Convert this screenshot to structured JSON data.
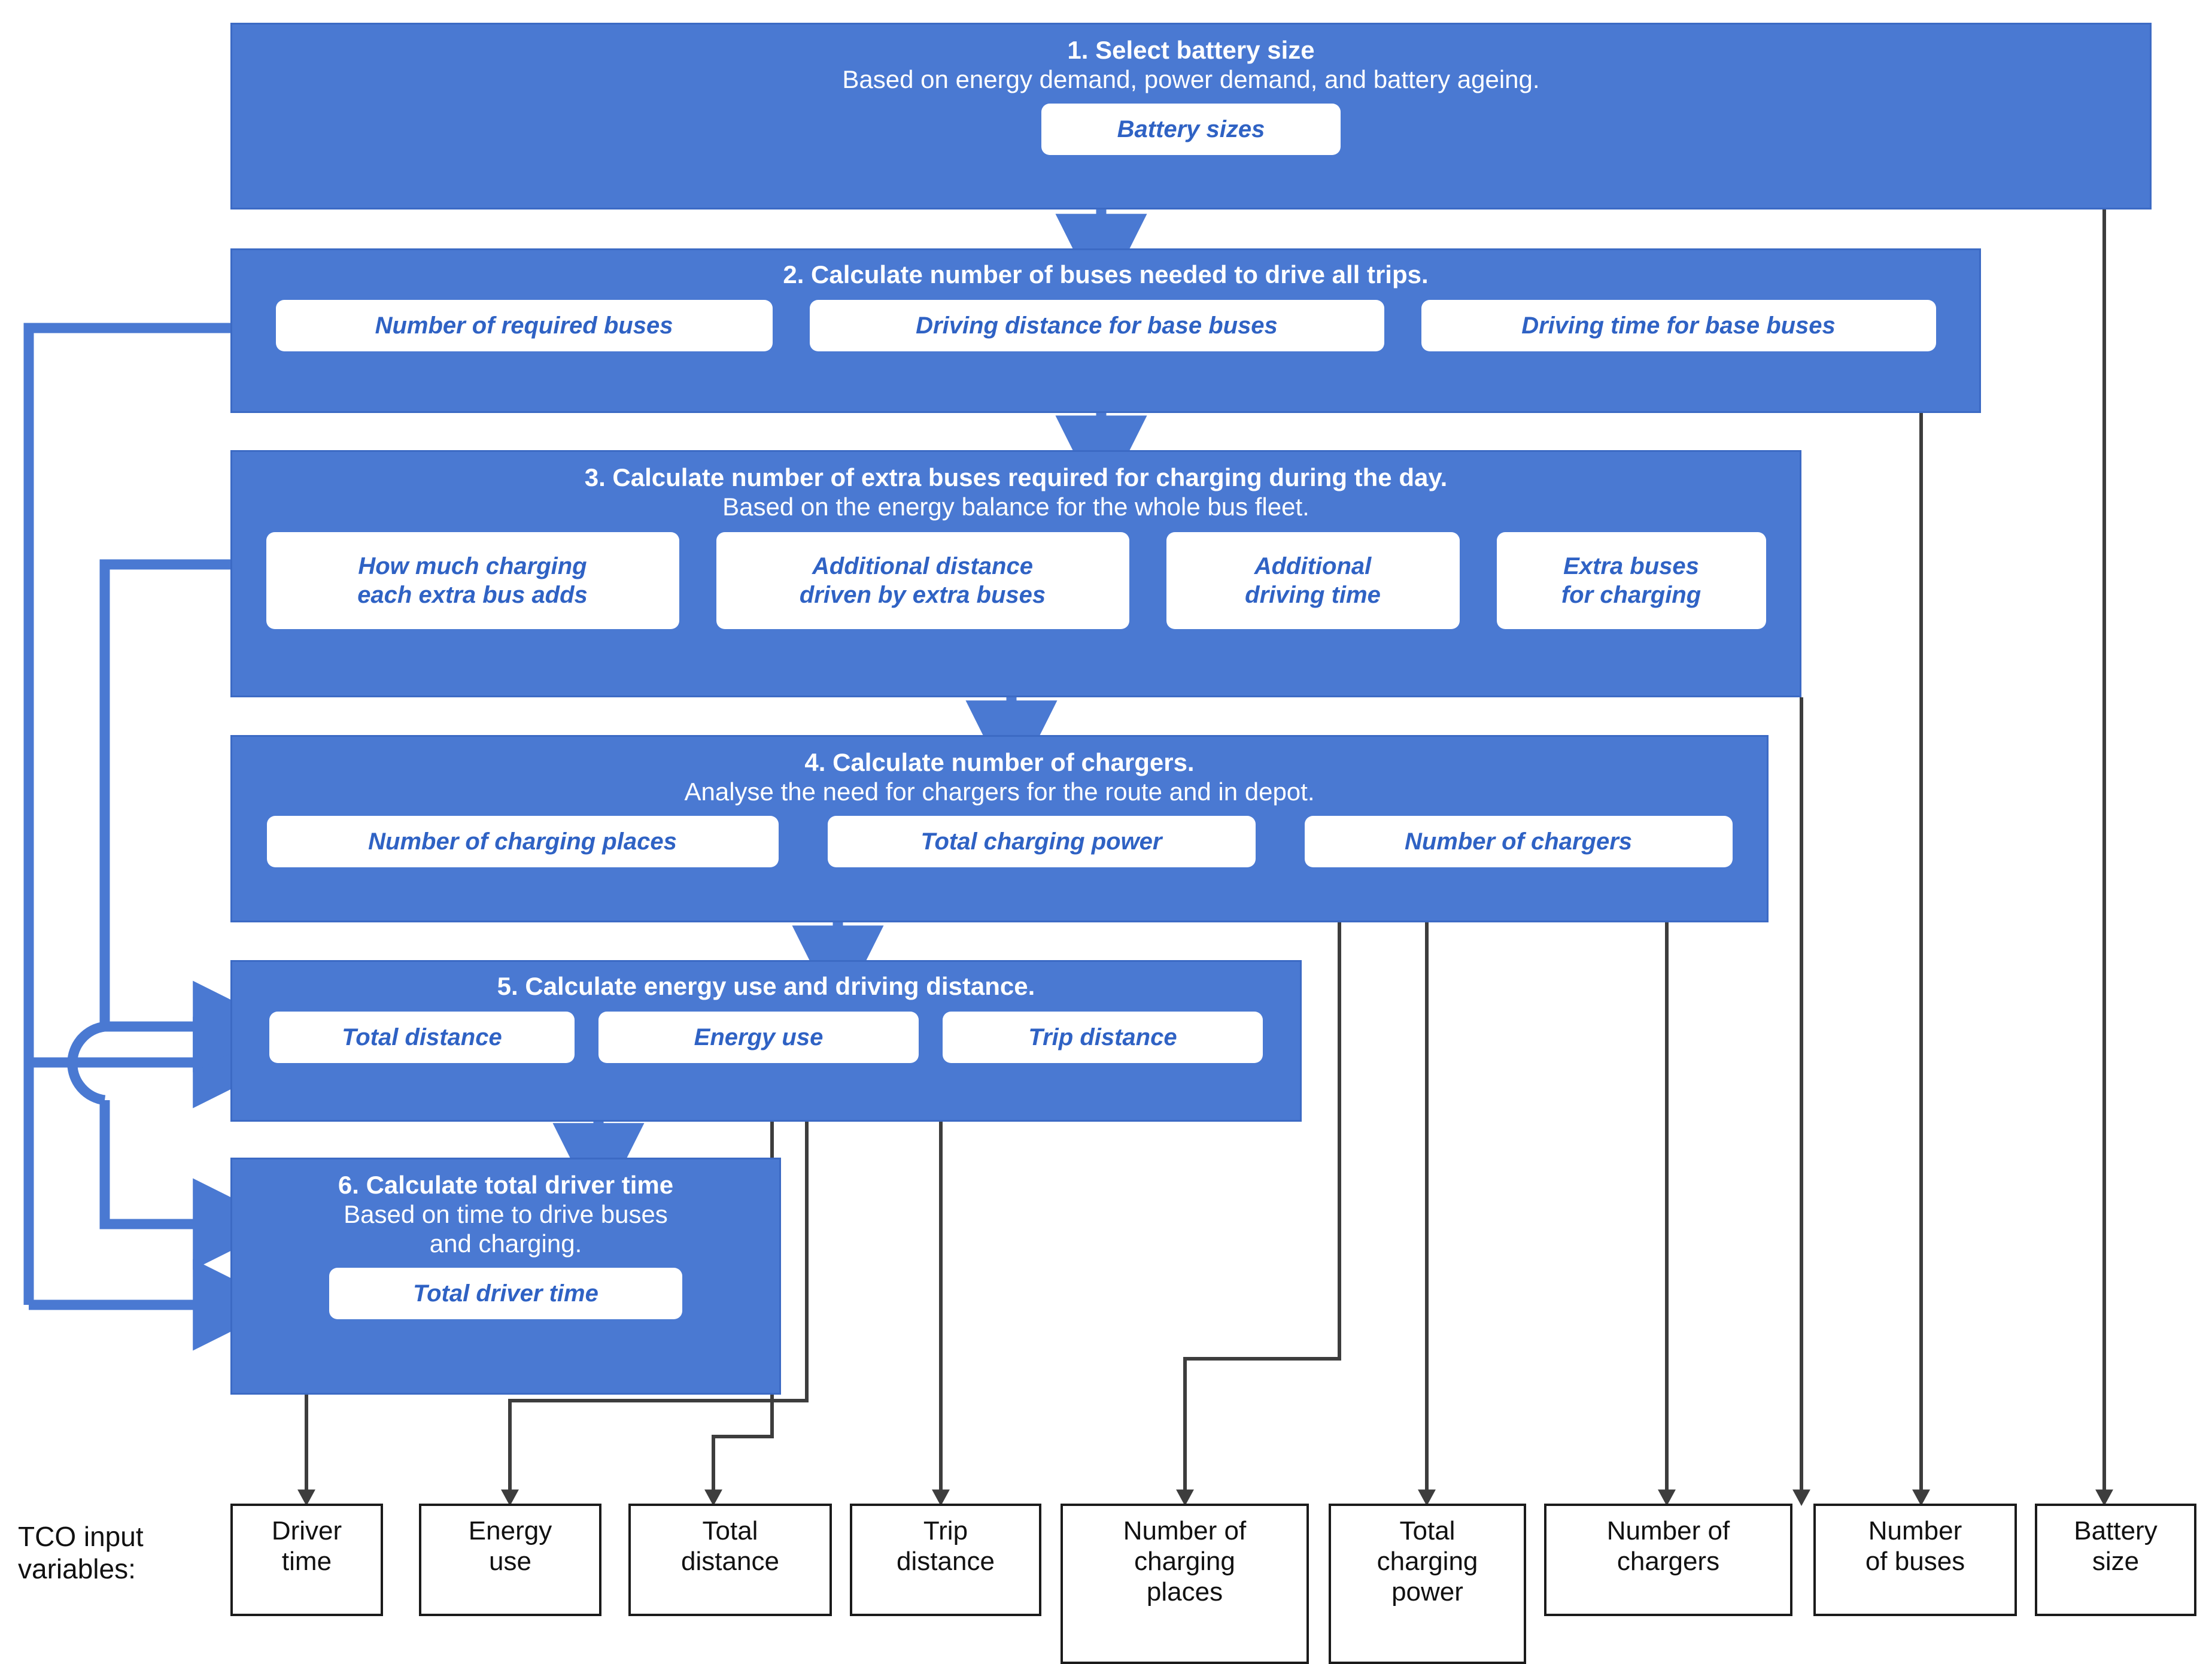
{
  "colors": {
    "step_fill": "#4a79d2",
    "step_border": "#3c6ac4",
    "chip_fill": "#ffffff",
    "chip_text": "#2f62c4",
    "blue_connector": "#4a79d2",
    "thin_connector": "#555555",
    "tco_border": "#1b1b1b"
  },
  "steps": [
    {
      "id": "step1",
      "title": "1. Select battery size",
      "subtitle": "Based on energy demand, power demand, and battery ageing.",
      "chips": [
        "Battery sizes"
      ]
    },
    {
      "id": "step2",
      "title": "2. Calculate number of buses needed to drive all trips.",
      "subtitle": "",
      "chips": [
        "Number of required buses",
        "Driving distance for base buses",
        "Driving time for base buses"
      ]
    },
    {
      "id": "step3",
      "title": "3. Calculate number of extra buses required for charging during the day.",
      "subtitle": "Based on the energy balance for the whole bus fleet.",
      "chips": [
        "How much charging\neach extra bus adds",
        "Additional distance\ndriven by extra buses",
        "Additional\ndriving time",
        "Extra buses\nfor charging"
      ]
    },
    {
      "id": "step4",
      "title": "4. Calculate number of chargers.",
      "subtitle": "Analyse the need for chargers for the route and in depot.",
      "chips": [
        "Number of charging places",
        "Total charging power",
        "Number of chargers"
      ]
    },
    {
      "id": "step5",
      "title": "5. Calculate energy use and driving distance.",
      "subtitle": "",
      "chips": [
        "Total distance",
        "Energy use",
        "Trip distance"
      ]
    },
    {
      "id": "step6",
      "title": "6. Calculate total driver time",
      "subtitle": "Based on time to drive buses\nand charging.",
      "chips": [
        "Total driver time"
      ]
    }
  ],
  "tco": {
    "label": "TCO input\nvariables:",
    "boxes": [
      "Driver\ntime",
      "Energy\nuse",
      "Total\ndistance",
      "Trip\ndistance",
      "Number of\ncharging\nplaces",
      "Total\ncharging\npower",
      "Number of\nchargers",
      "Number\nof buses",
      "Battery\nsize"
    ]
  }
}
